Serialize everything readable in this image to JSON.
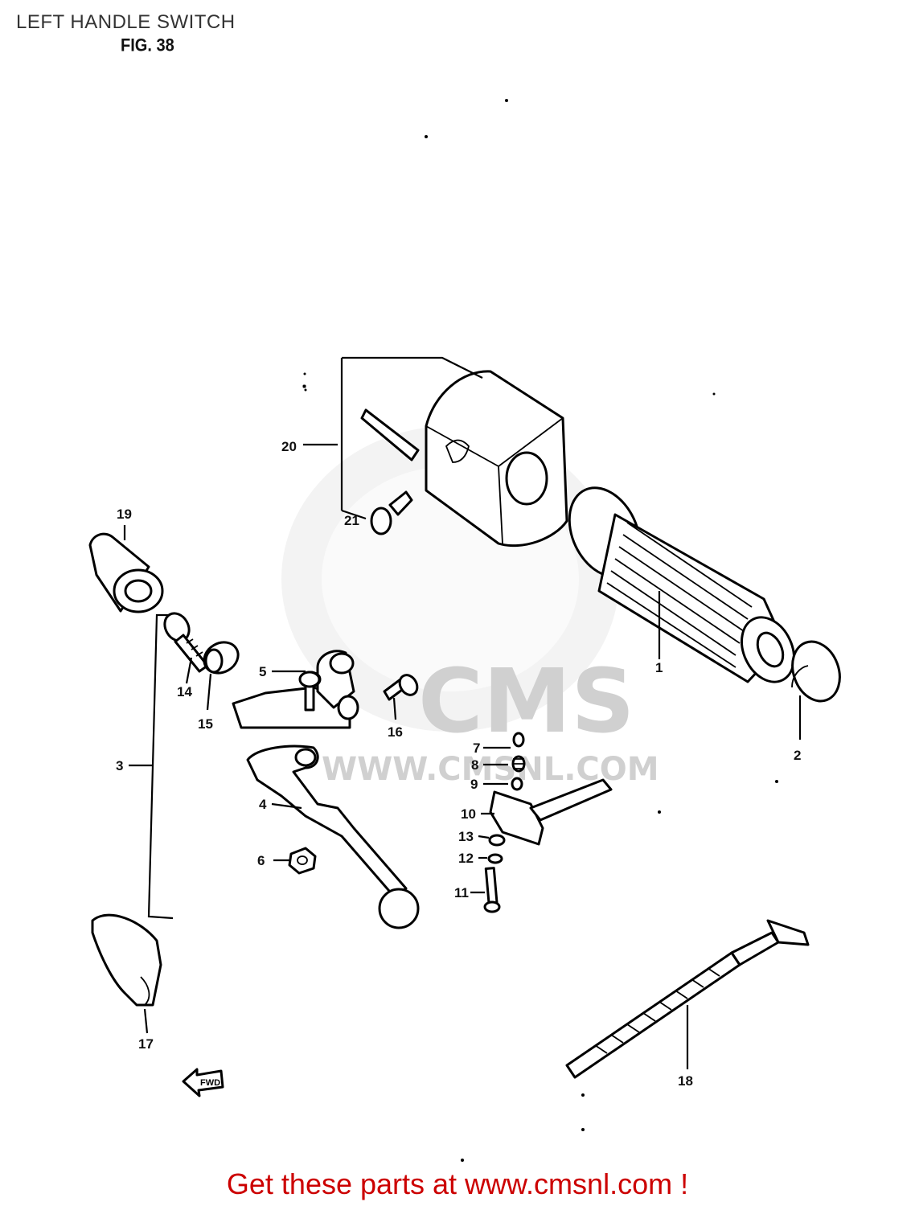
{
  "header": {
    "title": "LEFT HANDLE SWITCH",
    "figure": "FIG. 38"
  },
  "watermark": {
    "brand": "CMS",
    "url": "WWW.CMSNL.COM"
  },
  "callouts": [
    {
      "id": "1",
      "part": "grip"
    },
    {
      "id": "2",
      "part": "grip-end"
    },
    {
      "id": "3",
      "part": "lever-assembly"
    },
    {
      "id": "4",
      "part": "clutch-lever"
    },
    {
      "id": "5",
      "part": "lever-pivot-bolt"
    },
    {
      "id": "6",
      "part": "nut"
    },
    {
      "id": "7",
      "part": "screw-head"
    },
    {
      "id": "8",
      "part": "spring"
    },
    {
      "id": "9",
      "part": "plunger"
    },
    {
      "id": "10",
      "part": "switch-plate"
    },
    {
      "id": "11",
      "part": "screw"
    },
    {
      "id": "12",
      "part": "washer"
    },
    {
      "id": "13",
      "part": "washer-small"
    },
    {
      "id": "14",
      "part": "bolt"
    },
    {
      "id": "15",
      "part": "collar"
    },
    {
      "id": "16",
      "part": "screw"
    },
    {
      "id": "17",
      "part": "lever-cover"
    },
    {
      "id": "18",
      "part": "cable-tie"
    },
    {
      "id": "19",
      "part": "boot"
    },
    {
      "id": "20",
      "part": "switch-housing"
    },
    {
      "id": "21",
      "part": "housing-screw"
    }
  ],
  "direction_marker": "FWD",
  "footer": {
    "text": "Get these parts at www.cmsnl.com !"
  }
}
